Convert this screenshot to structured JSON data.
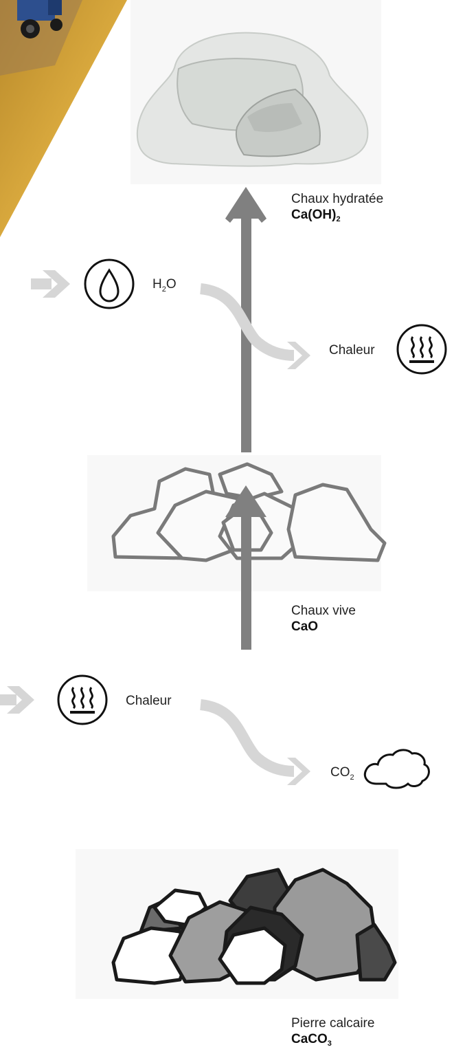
{
  "stages": {
    "hydrated": {
      "name": "Chaux hydratée",
      "formula_main": "Ca(OH)",
      "formula_sub": "2"
    },
    "quicklime": {
      "name": "Chaux vive",
      "formula_main": "CaO",
      "formula_sub": ""
    },
    "limestone": {
      "name": "Pierre calcaire",
      "formula_main": "CaCO",
      "formula_sub": "3"
    }
  },
  "inputs": {
    "water": {
      "main_h": "H",
      "sub": "2",
      "main_o": "O",
      "icon": "water-drop-icon"
    },
    "heat_in": {
      "label": "Chaleur",
      "icon": "heat-icon"
    }
  },
  "outputs": {
    "heat_out": {
      "label": "Chaleur",
      "icon": "heat-icon"
    },
    "co2": {
      "main": "CO",
      "sub": "2",
      "icon": "cloud-icon"
    }
  },
  "colors": {
    "main_arrow": "#808080",
    "side_arrow": "#d6d6d6",
    "icon_stroke": "#111111",
    "rock_light": "#ffffff",
    "rock_mid": "#9a9a9a",
    "rock_dark": "#4a4a4a"
  }
}
